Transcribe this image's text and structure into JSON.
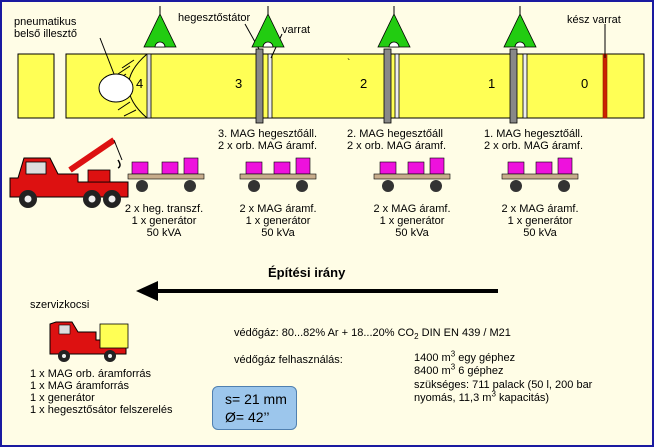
{
  "labels": {
    "pneumatic_line1": "pneumatikus",
    "pneumatic_line2": "belső illesztő",
    "welding_station": "hegesztőstátor",
    "seam": "varrat",
    "finished_seam": "kész varrat"
  },
  "segments": [
    "4",
    "3",
    "2",
    "1",
    "0"
  ],
  "stations": [
    {
      "line1": "3. MAG hegesztőáll.",
      "line2": "2 x orb. MAG áramf."
    },
    {
      "line1": "2. MAG hegesztőáll",
      "line2": "2 x orb. MAG áramf."
    },
    {
      "line1": "1. MAG hegesztőáll.",
      "line2": "2 x orb. MAG áramf."
    }
  ],
  "carts": [
    {
      "line1": "2 x heg. transzf.",
      "line2": "1 x generátor",
      "line3": "50 kVA"
    },
    {
      "line1": "2 x MAG áramf.",
      "line2": "1 x generátor",
      "line3": "50 kVa"
    },
    {
      "line1": "2 x MAG áramf.",
      "line2": "1 x generátor",
      "line3": "50 kVa"
    },
    {
      "line1": "2 x MAG áramf.",
      "line2": "1 x generátor",
      "line3": "50 kVa"
    }
  ],
  "direction": "Építési irány",
  "service": {
    "title": "szervizkocsi",
    "items": [
      "1 x MAG orb. áramforrás",
      "1 x MAG áramforrás",
      "1 x generátor",
      "1 x hegesztősátor felszerelés"
    ]
  },
  "gas": {
    "label": "védőgáz:",
    "value_prefix": "80...82% Ar + 18...20% CO",
    "value_sub": "2",
    "value_suffix": " DIN EN 439 / M21"
  },
  "consumption": {
    "label": "védőgáz felhasználás:",
    "line1_a": "1400 m",
    "line1_sup": "3",
    "line1_b": " egy géphez",
    "line2_a": "8400 m",
    "line2_sup": "3",
    "line2_b": " 6 géphez",
    "line3": "szükséges: 711 palack (50 l, 200 bar",
    "line4_a": "nyomás, 11,3 m",
    "line4_sup": "3",
    "line4_b": " kapacitás)"
  },
  "spec": {
    "thickness": "s= 21 mm",
    "diameter": "Ø= 42’’"
  },
  "colors": {
    "pipe": "#ffff55",
    "tent": "#22cc11",
    "truck": "#dd1111",
    "crate": "#ee11dd",
    "seam_done": "#cc2200",
    "box": "#9cc6ec"
  }
}
